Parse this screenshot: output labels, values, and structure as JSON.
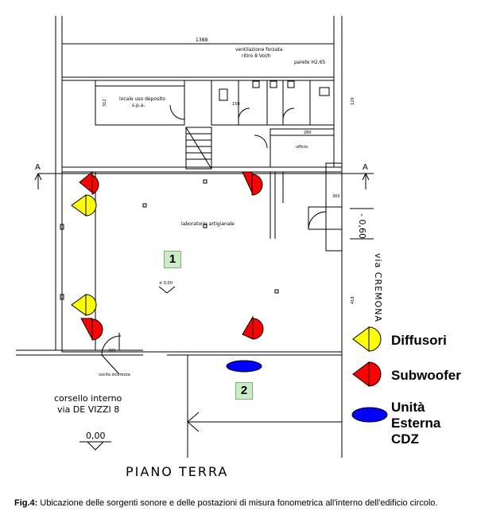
{
  "plan": {
    "dimension_top": "1388",
    "label_storage": "locale uso deposito",
    "label_storage_sub": "s.p.a.",
    "label_ventilation": "ventilazione forzata",
    "label_ventilation_sub": "ritiro 8 Vol/h",
    "label_wall": "parete H2,65",
    "label_office": "ufficio",
    "label_lab": "laboratorio artigianale",
    "label_corridor": "corsello interno",
    "label_street_vizzi": "via DE VIZZI 8",
    "label_level": "0,00",
    "label_floor": "PIANO TERRA",
    "label_street_cremona": "via CREMONA",
    "label_side_level": "- 0,60",
    "label_exit": "uscita sicurezza",
    "section_mark": "A",
    "dim_small_1": "312",
    "dim_small_2": "280",
    "dim_small_3": "150",
    "dim_small_4": "300",
    "dim_small_5": "418",
    "dim_small_6": "120",
    "dim_small_7": "205",
    "floor_level_mark": "± 0,00"
  },
  "positions": [
    {
      "label": "1"
    },
    {
      "label": "2"
    }
  ],
  "legend": {
    "diffusori": "Diffusori",
    "subwoofer": "Subwoofer",
    "unita_line1": "Unità",
    "unita_line2": "Esterna",
    "unita_line3": "CDZ"
  },
  "colors": {
    "diffusori": "#ffff00",
    "subwoofer": "#ff0000",
    "unita": "#0000ff",
    "position_box": "#cdebc8"
  },
  "caption": {
    "prefix": "Fig.4:",
    "text": " Ubicazione delle sorgenti sonore e delle postazioni di misura fonometrica all'interno dell'edificio circolo."
  }
}
